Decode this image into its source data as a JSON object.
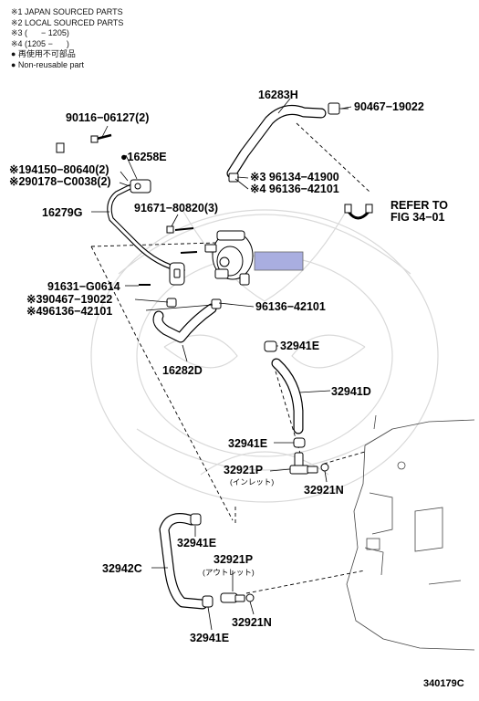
{
  "notes": [
    "※1 JAPAN SOURCED PARTS",
    "※2 LOCAL SOURCED PARTS",
    "※3 (      − 1205)",
    "※4 (1205 −      )",
    "● 再使用不可部品",
    "● Non-reusable part"
  ],
  "labels": {
    "p16283H": "16283H",
    "p90467_top": "90467−19022",
    "p90116": "90116−06127(2)",
    "p16258E": "●16258E",
    "p94150": "※194150−80640(2)",
    "p90178": "※290178−C0038(2)",
    "p96134": "※3 96134−41900",
    "p96136_top": "※4 96136−42101",
    "refer1": "REFER TO",
    "refer2": "FIG 34−01",
    "p16279G": "16279G",
    "p91671": "91671−80820(3)",
    "p91631": "91631−G0614",
    "p90467_mid": "※390467−19022",
    "p96136_mid": "※496136−42101",
    "p96136_right": "96136−42101",
    "p32941E_1": "32941E",
    "p16282D": "16282D",
    "p32941D": "32941D",
    "p32941E_2": "32941E",
    "p32921P_1": "32921P",
    "inlet": "(インレット)",
    "p32921N_1": "32921N",
    "p32941E_3": "32941E",
    "p32942C": "32942C",
    "p32921P_2": "32921P",
    "outlet": "(アウトレット)",
    "p32921N_2": "32921N",
    "p32941E_4": "32941E"
  },
  "figure_code": "340179C",
  "colors": {
    "highlight": "#a9aee0",
    "line": "#000000",
    "watermark": "#d9d9d9"
  }
}
